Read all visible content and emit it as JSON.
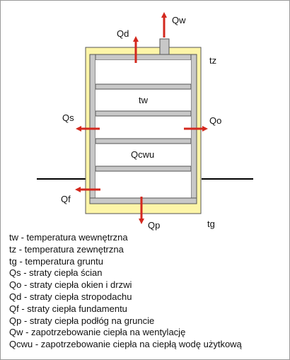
{
  "labels": {
    "Qw": "Qw",
    "Qd": "Qd",
    "tz": "tz",
    "tw": "tw",
    "Qs": "Qs",
    "Qo": "Qo",
    "Qcwu": "Qcwu",
    "Qf": "Qf",
    "Qp": "Qp",
    "tg": "tg"
  },
  "legend": [
    "tw - temperatura wewnętrzna",
    "tz - temperatura zewnętrzna",
    "tg - temperatura gruntu",
    "Qs - straty ciepła ścian",
    "Qo - straty ciepła okien i drzwi",
    "Qd - straty ciepła stropodachu",
    "Qf - straty ciepła fundamentu",
    "Qp - straty ciepła podłóg na gruncie",
    "Qw - zapotrzebowanie ciepła na wentylację",
    "Qcwu - zapotrzebowanie ciepła na ciepłą wodę użytkową"
  ],
  "colors": {
    "insulation": "#fdf5a8",
    "wall": "#c8c8c8",
    "arrow": "#d3281e",
    "ground": "#000000"
  }
}
